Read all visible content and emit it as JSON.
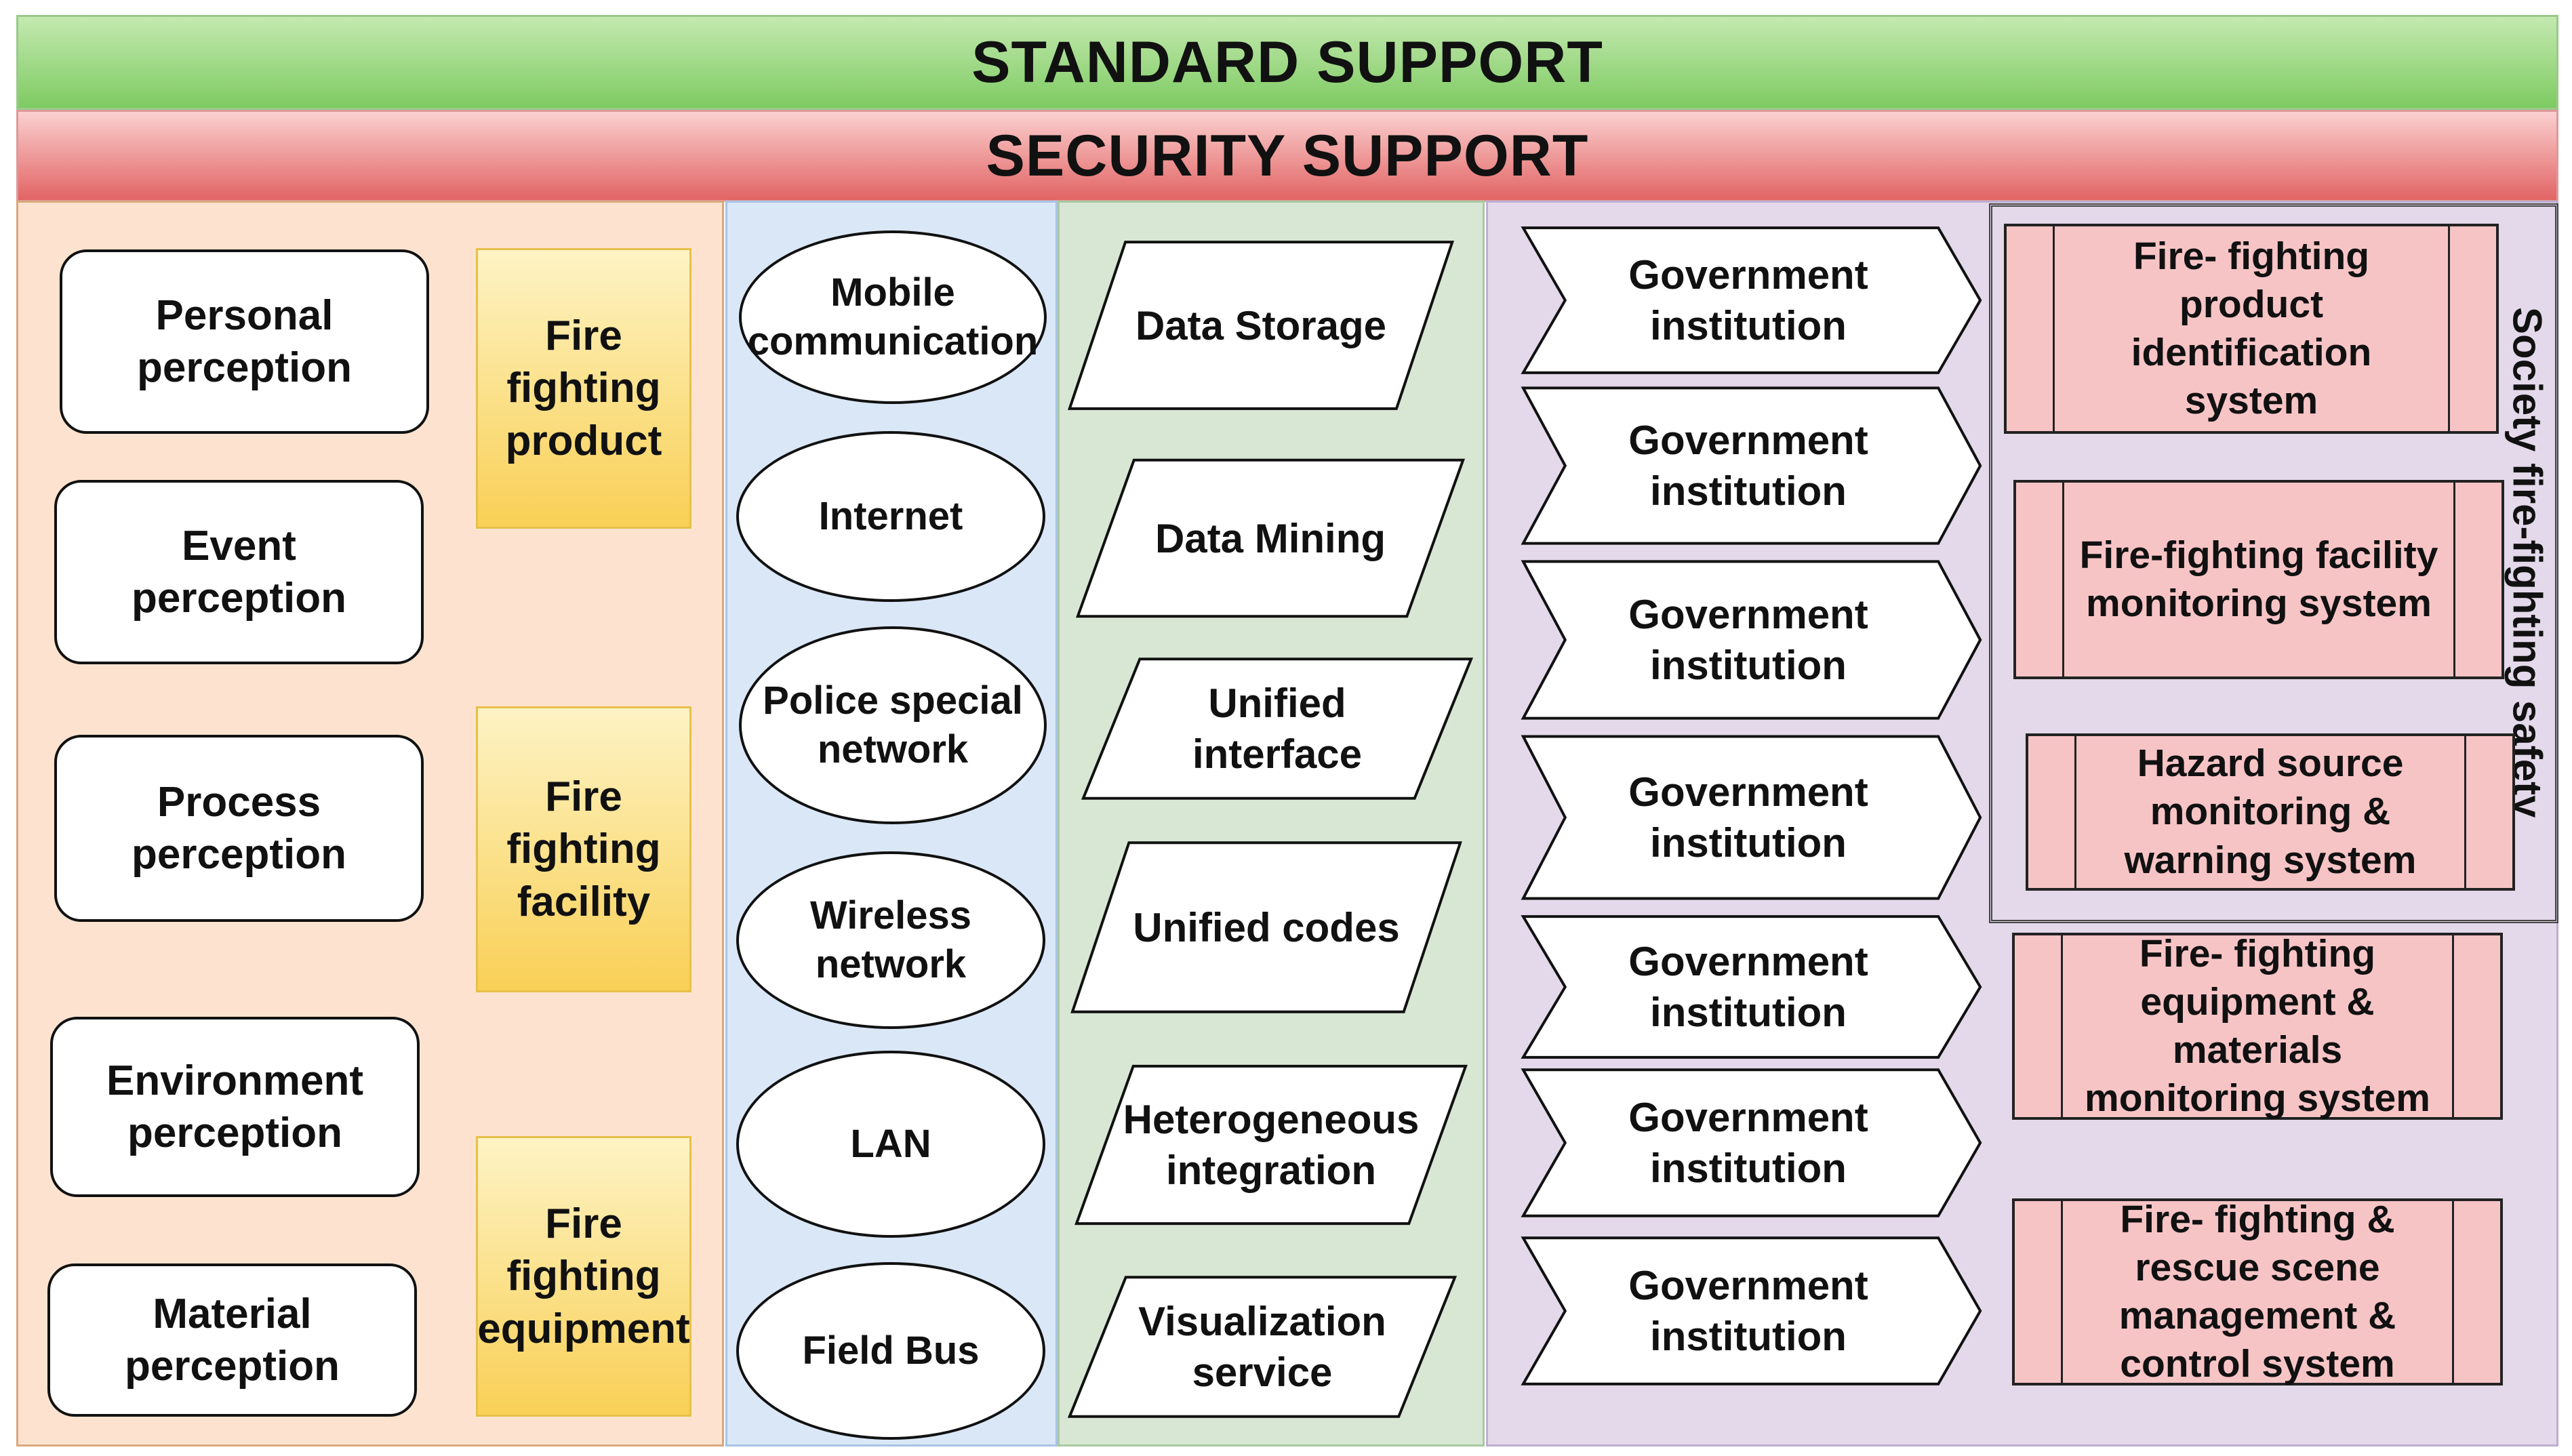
{
  "bands": {
    "standard": "STANDARD SUPPORT",
    "security": "SECURITY SUPPORT"
  },
  "perception": [
    "Personal\nperception",
    "Event\nperception",
    "Process\nperception",
    "Environment\nperception",
    "Material\nperception"
  ],
  "fire_objects": [
    "Fire\nfighting\nproduct",
    "Fire\nfighting\nfacility",
    "Fire\nfighting\nequipment"
  ],
  "networks": [
    "Mobile\ncommunication",
    "Internet",
    "Police special\nnetwork",
    "Wireless\nnetwork",
    "LAN",
    "Field Bus"
  ],
  "platform": [
    "Data Storage",
    "Data Mining",
    "Unified\ninterface",
    "Unified codes",
    "Heterogeneous\nintegration",
    "Visualization\nservice"
  ],
  "institutions": [
    "Government institution",
    "Government institution",
    "Government institution",
    "Government institution",
    "Government institution",
    "Government institution",
    "Government institution"
  ],
  "systems": [
    "Fire- fighting\nproduct\nidentification\nsystem",
    "Fire-fighting facility\nmonitoring system",
    "Hazard source\nmonitoring &\nwarning system",
    "Fire- fighting\nequipment &\nmaterials\nmonitoring system",
    "Fire- fighting &\nrescue scene\nmanagement &\ncontrol system"
  ],
  "society_label": "Society fire-fighting safety"
}
